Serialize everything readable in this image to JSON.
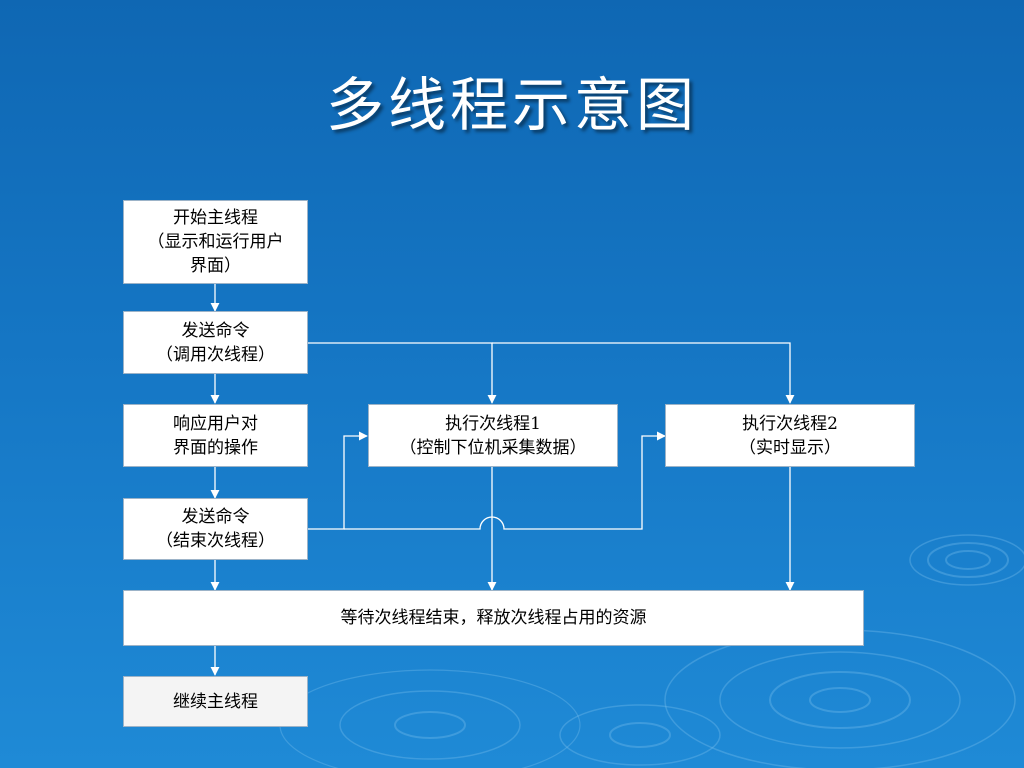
{
  "title": "多线程示意图",
  "nodes": {
    "start_main": "开始主线程\n（显示和运行用户\n界面）",
    "send_cmd_call": "发送命令\n（调用次线程）",
    "respond_ui": "响应用户对\n界面的操作",
    "send_cmd_end": "发送命令\n（结束次线程）",
    "exec_thread1": "执行次线程1\n（控制下位机采集数据）",
    "exec_thread2": "执行次线程2\n（实时显示）",
    "wait_release": "等待次线程结束，释放次线程占用的资源",
    "continue_main": "继续主线程"
  },
  "colors": {
    "background": "#1576c4",
    "line": "#ffffff",
    "box": "#ffffff"
  }
}
